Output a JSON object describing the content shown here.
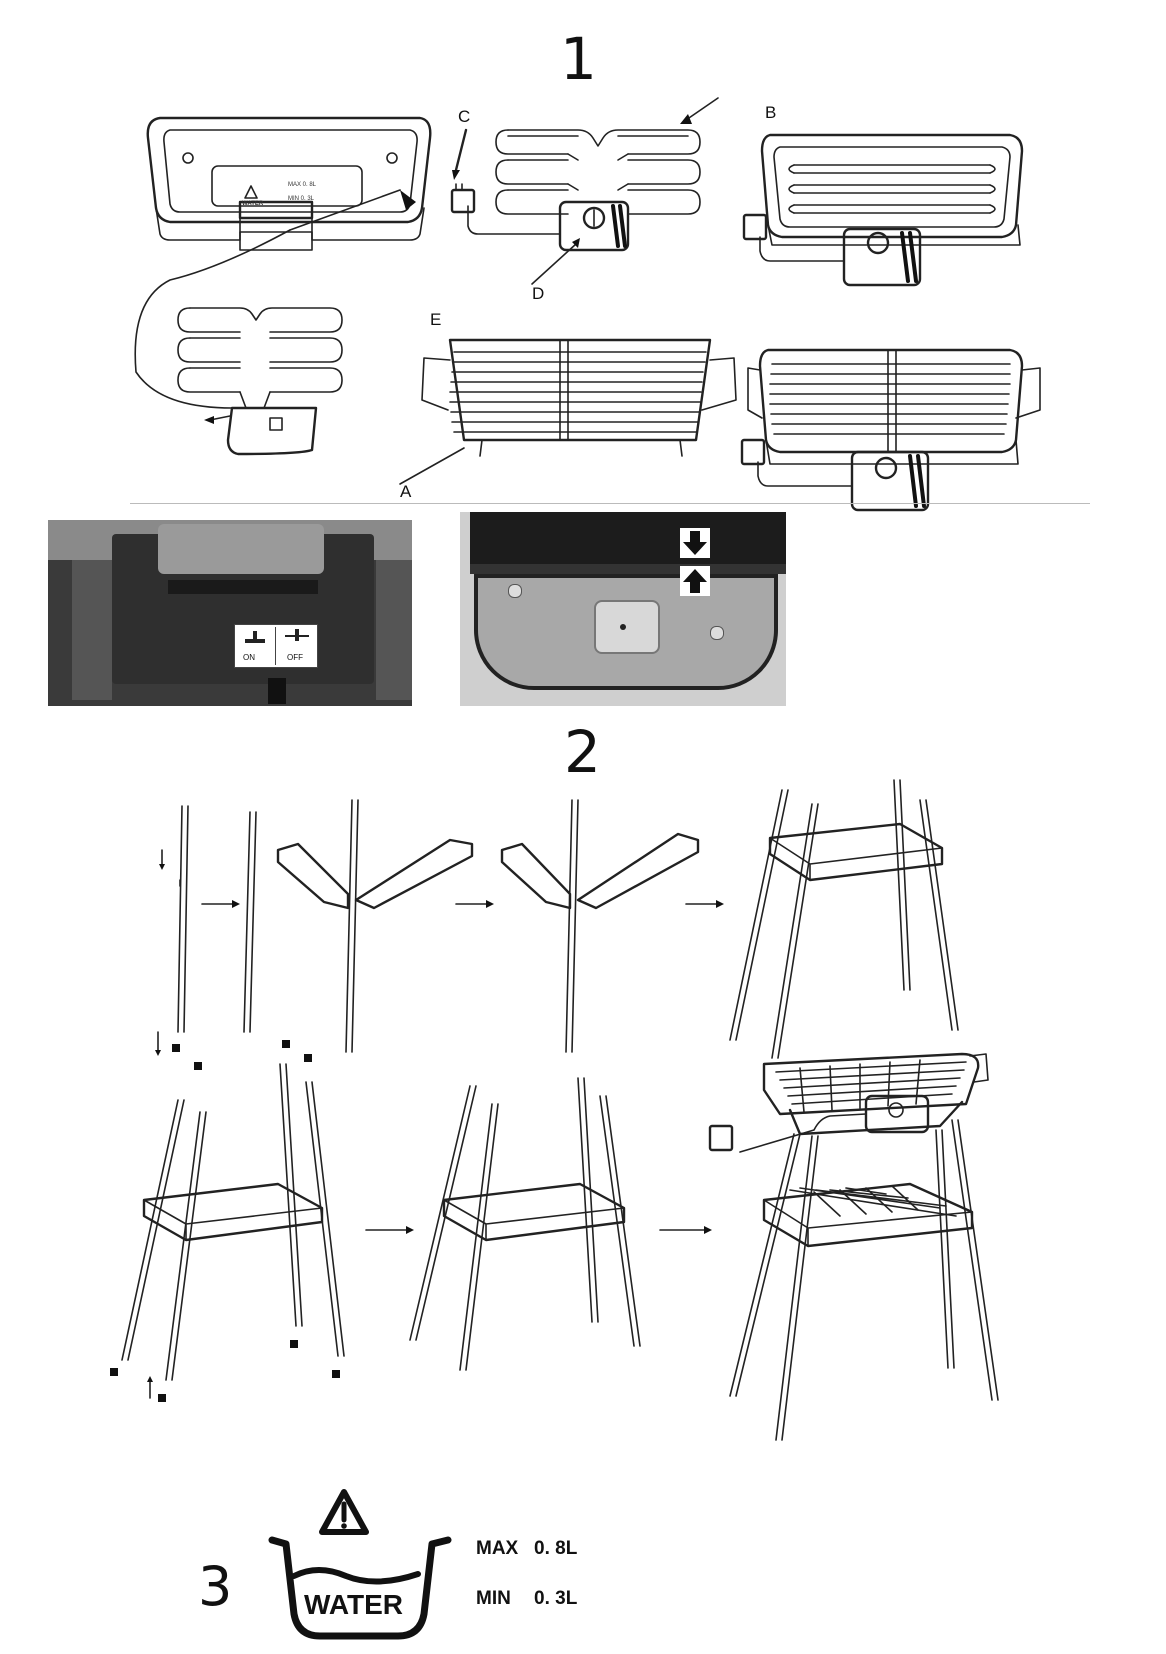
{
  "sections": {
    "one": "1",
    "two": "2",
    "three": "3"
  },
  "callouts": {
    "a": "A",
    "b": "B",
    "c": "C",
    "d": "D",
    "e": "E"
  },
  "grill_tray_print": {
    "water": "WATER",
    "max": "MAX 0. 8L",
    "min": "MIN 0. 3L"
  },
  "switch_label": {
    "on": "ON",
    "off": "OFF"
  },
  "water_symbol": {
    "word": "WATER",
    "max_label": "MAX",
    "max_value": "0. 8L",
    "min_label": "MIN",
    "min_value": "0. 3L"
  },
  "icons": [
    "warning-triangle-icon",
    "arrow-down-icon",
    "arrow-up-icon",
    "plug-icon",
    "thermostat-knob-icon"
  ]
}
